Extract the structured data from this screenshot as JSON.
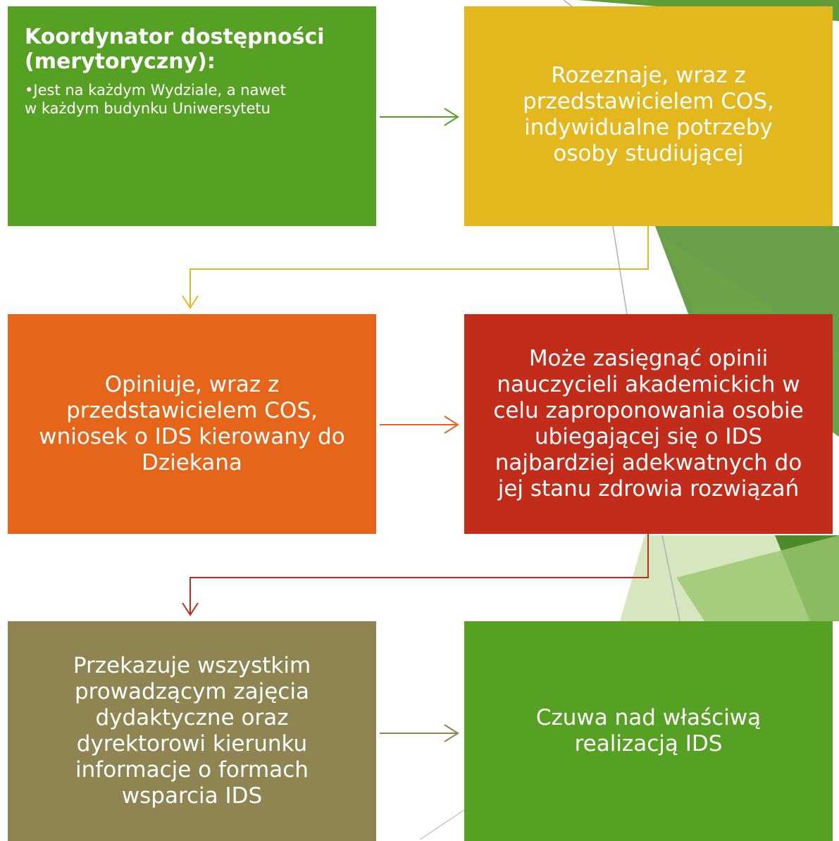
{
  "colors": {
    "green": "#56a123",
    "yellow": "#e3b81f",
    "orange": "#e5651a",
    "red": "#c22c1a",
    "olive": "#8e8552"
  },
  "boxes": {
    "b1_heading": "Koordynator dostępności\n(merytoryczny):",
    "b1_bullet": "•Jest na każdym Wydziale, a nawet\n  w każdym budynku Uniwersytetu",
    "b2": "Rozeznaje, wraz z\nprzedstawicielem COS,\nindywidualne potrzeby\nosoby studiującej",
    "b3": "Opiniuje, wraz z\nprzedstawicielem COS,\nwniosek o IDS kierowany do\nDziekana",
    "b4": "Może zasięgnąć opinii\nnauczycieli akademickich w\ncelu zaproponowania osobie\nubiegającej się o IDS\nnajbardziej adekwatnych do\njej stanu zdrowia rozwiązań",
    "b5": "Przekazuje wszystkim\nprowadzącym zajęcia\ndydaktyczne oraz\ndyrektorowi kierunku\ninformacje o formach\nwsparcia IDS",
    "b6": "Czuwa nad właściwą\nrealizacją IDS"
  }
}
